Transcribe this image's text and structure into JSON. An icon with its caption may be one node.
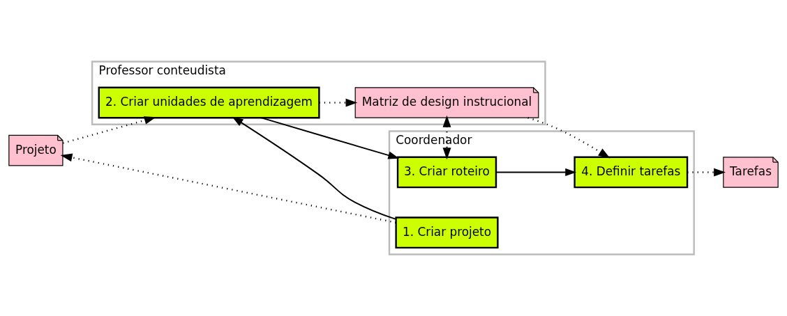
{
  "diagram": {
    "nodes": [
      {
        "text": [
          "Coordenador"
        ]
      },
      {
        "text": [
          "1. Criar projeto"
        ],
        "in": 0
      },
      {
        "text": [
          "3. Criar roteiro"
        ],
        "in": 0
      },
      {
        "text": [
          "4. Definir tarefas"
        ],
        "in": 0
      },
      {
        "text": [
          "Projeto"
        ]
      },
      {
        "text": [
          "Tarefas"
        ]
      },
      {
        "text": [
          "Professor conteudista"
        ]
      },
      {
        "text": [
          "2. Criar unidades de aprendizagem"
        ],
        "in": 6
      },
      {
        "text": [
          "Matriz de design instrucional"
        ],
        "in": 6
      }
    ],
    "edges": [
      {
        "from": 1,
        "to": 4,
        "arrow": "to",
        "style": "dashed"
      },
      {
        "from": 1,
        "to": 7,
        "arrow": "to"
      },
      {
        "from": 4,
        "to": 7,
        "arrow": "to",
        "style": "dashed"
      },
      {
        "from": 7,
        "to": 2,
        "arrow": "to"
      },
      {
        "from": 2,
        "to": 3,
        "arrow": "to"
      },
      {
        "from": 3,
        "to": 5,
        "arrow": "to",
        "style": "dashed"
      },
      {
        "from": 7,
        "to": 8,
        "arrow": "to",
        "style": "dashed"
      },
      {
        "from": 8,
        "to": 2,
        "arrow": "both",
        "style": "dashed"
      },
      {
        "from": 8,
        "to": 3,
        "arrow": "to",
        "style": "dashed"
      }
    ]
  }
}
